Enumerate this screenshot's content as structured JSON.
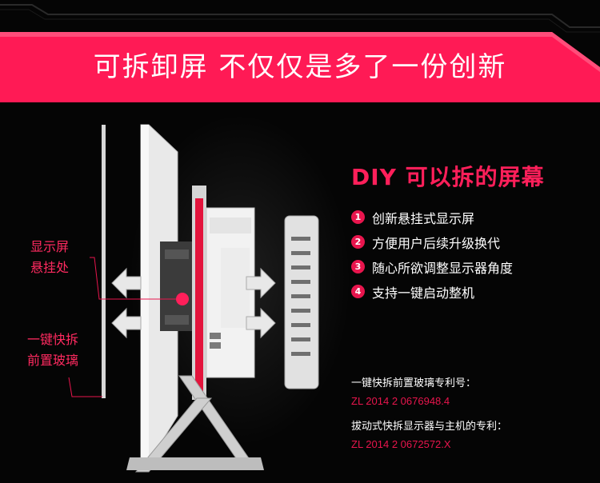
{
  "banner": {
    "title": "可拆卸屏 不仅仅是多了一份创新"
  },
  "feature_box": {
    "title": "DIY 可以拆的屏幕",
    "items": [
      {
        "num": "1",
        "text": "创新悬挂式显示屏"
      },
      {
        "num": "2",
        "text": "方便用户后续升级换代"
      },
      {
        "num": "3",
        "text": "随心所欲调整显示器角度"
      },
      {
        "num": "4",
        "text": "支持一键启动整机"
      }
    ]
  },
  "patents": [
    {
      "label": "一键快拆前置玻璃专利号：",
      "number": "ZL 2014 2 0676948.4"
    },
    {
      "label": "拔动式快拆显示器与主机的专利：",
      "number": "ZL 2014 2 0672572.X"
    }
  ],
  "callouts": {
    "screen_hang_line1": "显示屏",
    "screen_hang_line2": "悬挂处",
    "glass_line1": "一键快拆",
    "glass_line2": "前置玻璃"
  },
  "colors": {
    "accent": "#e8154d",
    "banner": "#ff1a55",
    "background": "#050505"
  }
}
